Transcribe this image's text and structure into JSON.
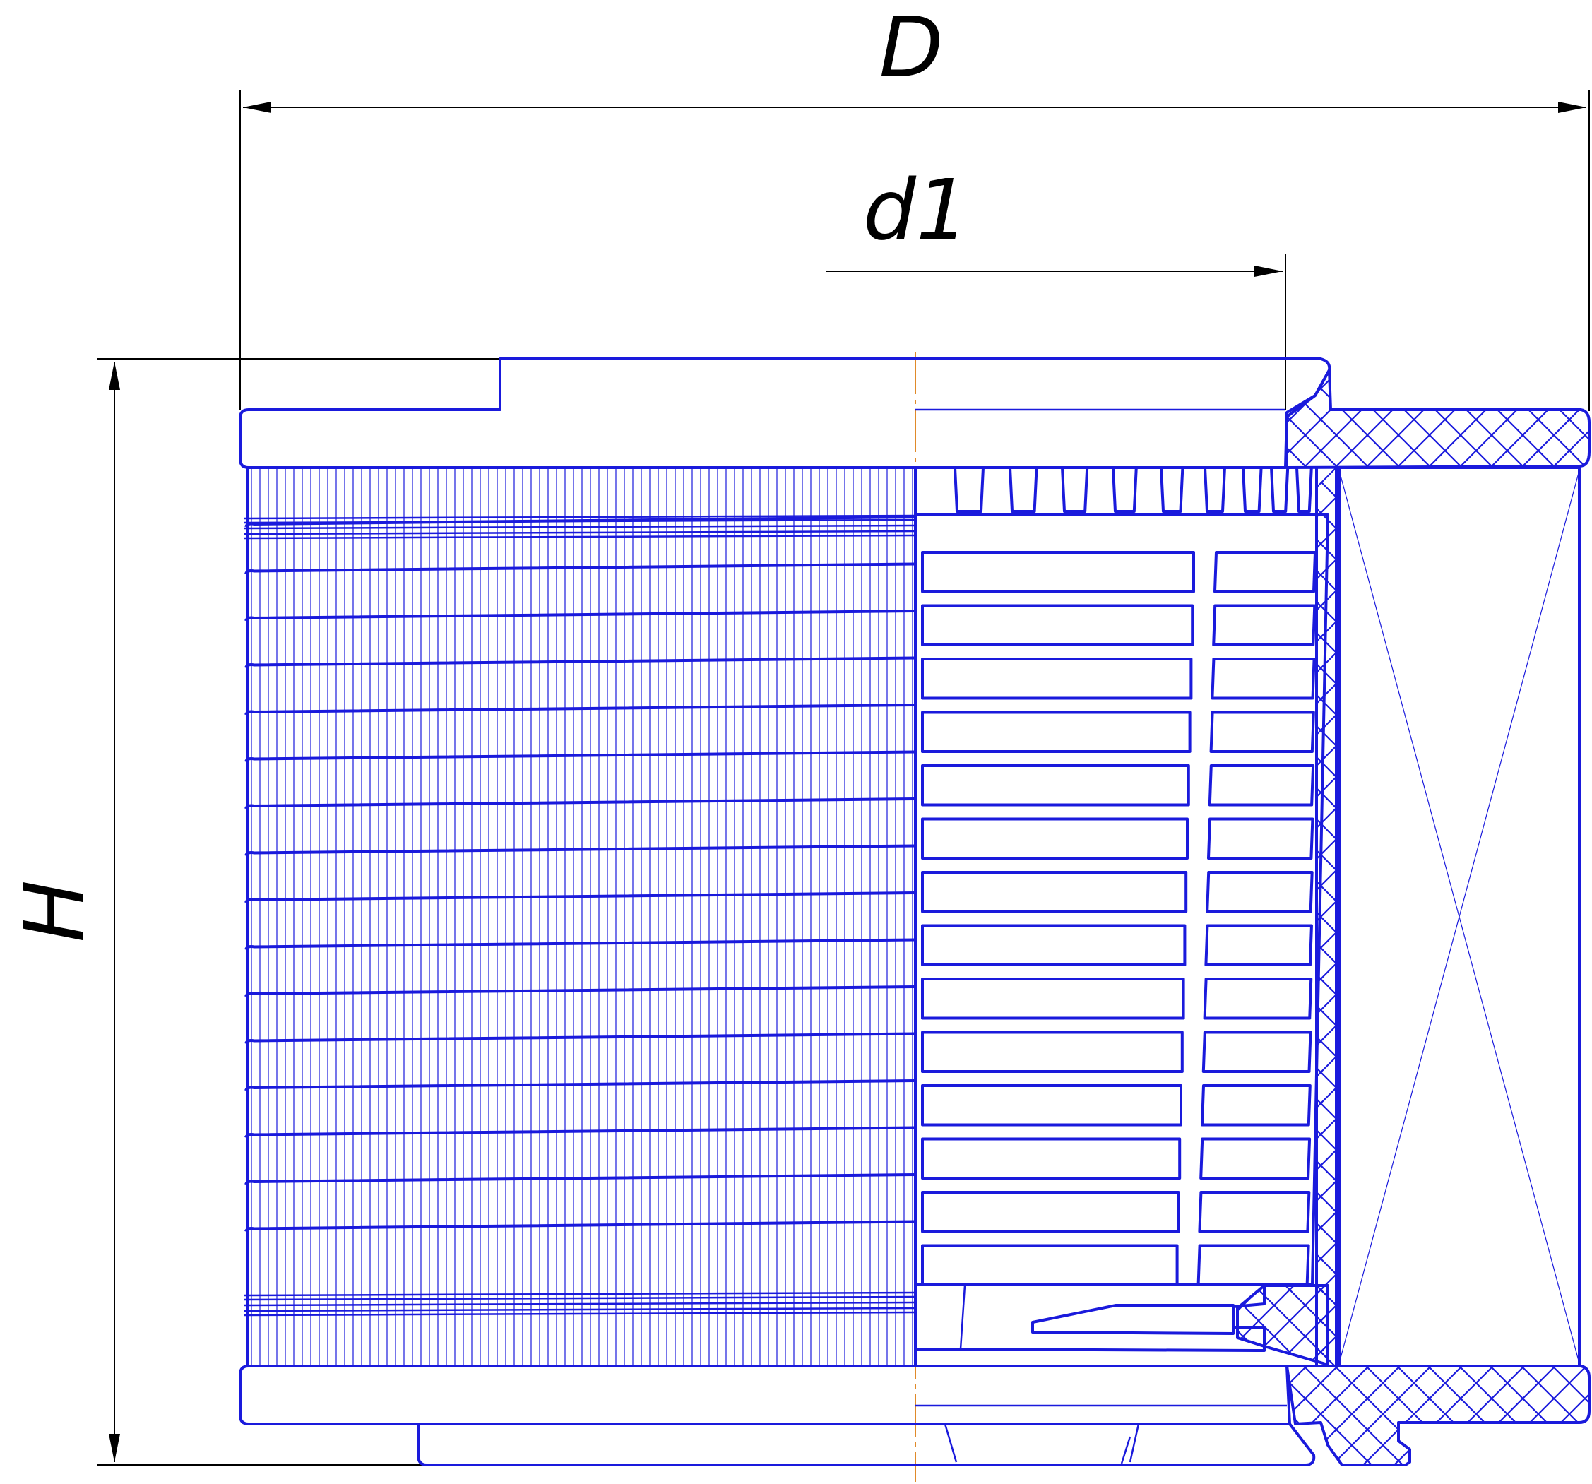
{
  "dimensions": {
    "outer_diameter_label": "D",
    "inner_diameter_label": "d1",
    "height_label": "H"
  },
  "colors": {
    "outline": "#1a1adc",
    "dimension": "#000000",
    "centerline": "#e08a2a",
    "background": "#ffffff"
  }
}
